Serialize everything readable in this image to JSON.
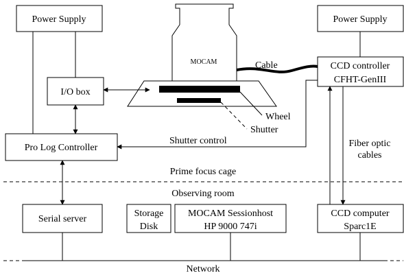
{
  "boxes": {
    "power_supply_left": "Power Supply",
    "power_supply_right": "Power Supply",
    "io_box": "I/O box",
    "prolog_controller": "Pro Log Controller",
    "ccd_controller_line1": "CCD controller",
    "ccd_controller_line2": "CFHT-GenIII",
    "serial_server": "Serial server",
    "storage_line1": "Storage",
    "storage_line2": "Disk",
    "sessionhost_line1": "MOCAM  Sessionhost",
    "sessionhost_line2": "HP 9000 747i",
    "ccd_computer_line1": "CCD computer",
    "ccd_computer_line2": "Sparc1E"
  },
  "labels": {
    "camera": "MOCAM",
    "cable": "Cable",
    "wheel": "Wheel",
    "shutter": "Shutter",
    "shutter_control": "Shutter control",
    "fiber_line1": "Fiber optic",
    "fiber_line2": "cables",
    "prime_focus_cage": "Prime focus cage",
    "observing_room": "Observing room",
    "network": "Network"
  }
}
